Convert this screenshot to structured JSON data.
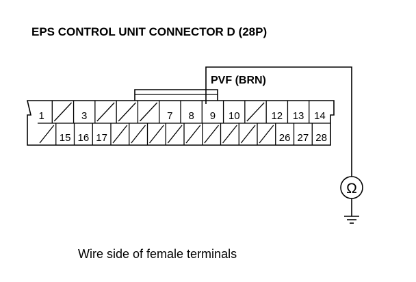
{
  "diagram": {
    "title": "EPS CONTROL UNIT CONNECTOR D (28P)",
    "wire_label": "PVF (BRN)",
    "caption": "Wire side of female terminals",
    "meter_symbol": "Ω",
    "meter_icon": "ohmmeter-icon",
    "ground_icon": "ground-icon",
    "probe_terminal": "9",
    "connector": {
      "row1": [
        "1",
        "",
        "3",
        "",
        "",
        "",
        "7",
        "8",
        "9",
        "10",
        "",
        "12",
        "13",
        "14"
      ],
      "row2": [
        "",
        "15",
        "16",
        "17",
        "",
        "",
        "",
        "",
        "",
        "",
        "",
        "",
        "",
        "26",
        "27",
        "28"
      ]
    }
  }
}
